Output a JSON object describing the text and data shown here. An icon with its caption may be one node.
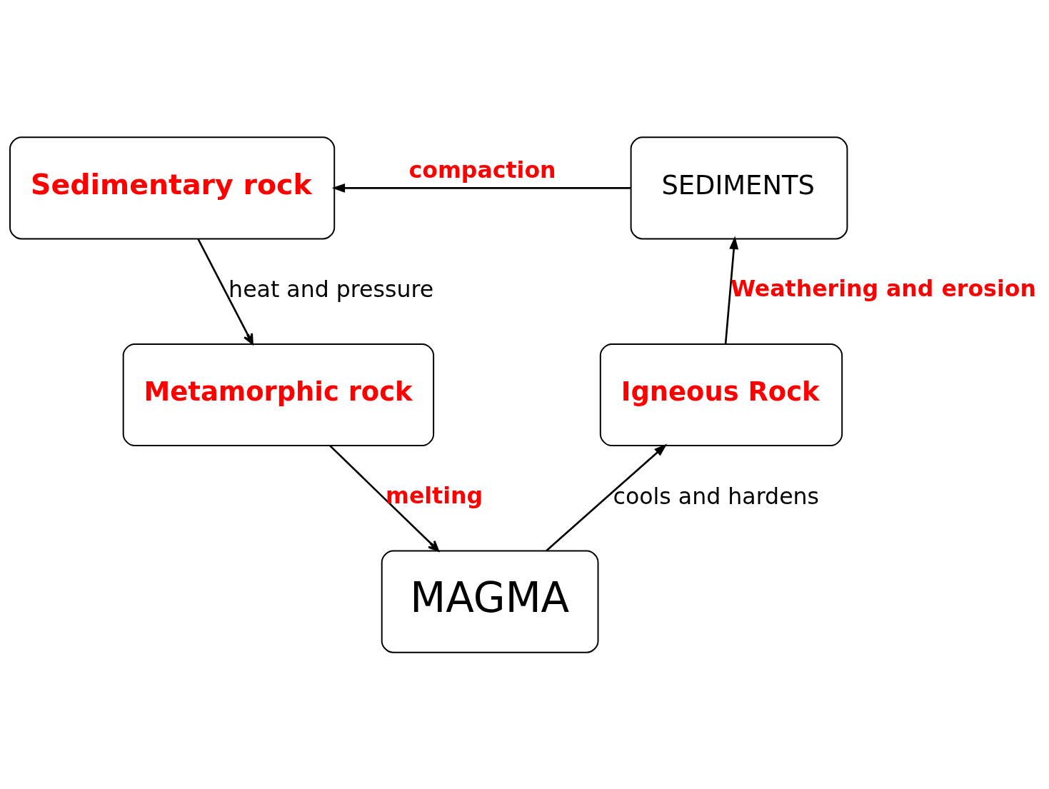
{
  "diagram": {
    "nodes": [
      {
        "text": [
          "Sedimentary rock"
        ]
      },
      {
        "text": [
          "SEDIMENTS"
        ]
      },
      {
        "text": [
          "Metamorphic rock"
        ]
      },
      {
        "text": [
          "Igneous Rock"
        ]
      },
      {
        "text": [
          "MAGMA"
        ]
      }
    ],
    "edges": [
      {
        "from": 1,
        "to": 0,
        "arrow": "to",
        "label": "compaction"
      },
      {
        "from": 0,
        "to": 2,
        "arrow": "to",
        "label": "heat and pressure"
      },
      {
        "from": 2,
        "to": 4,
        "arrow": "to",
        "label": "melting"
      },
      {
        "from": 4,
        "to": 3,
        "arrow": "to",
        "label": "cools and hardens"
      },
      {
        "from": 3,
        "to": 1,
        "arrow": "to",
        "label": "Weathering and erosion"
      }
    ]
  }
}
